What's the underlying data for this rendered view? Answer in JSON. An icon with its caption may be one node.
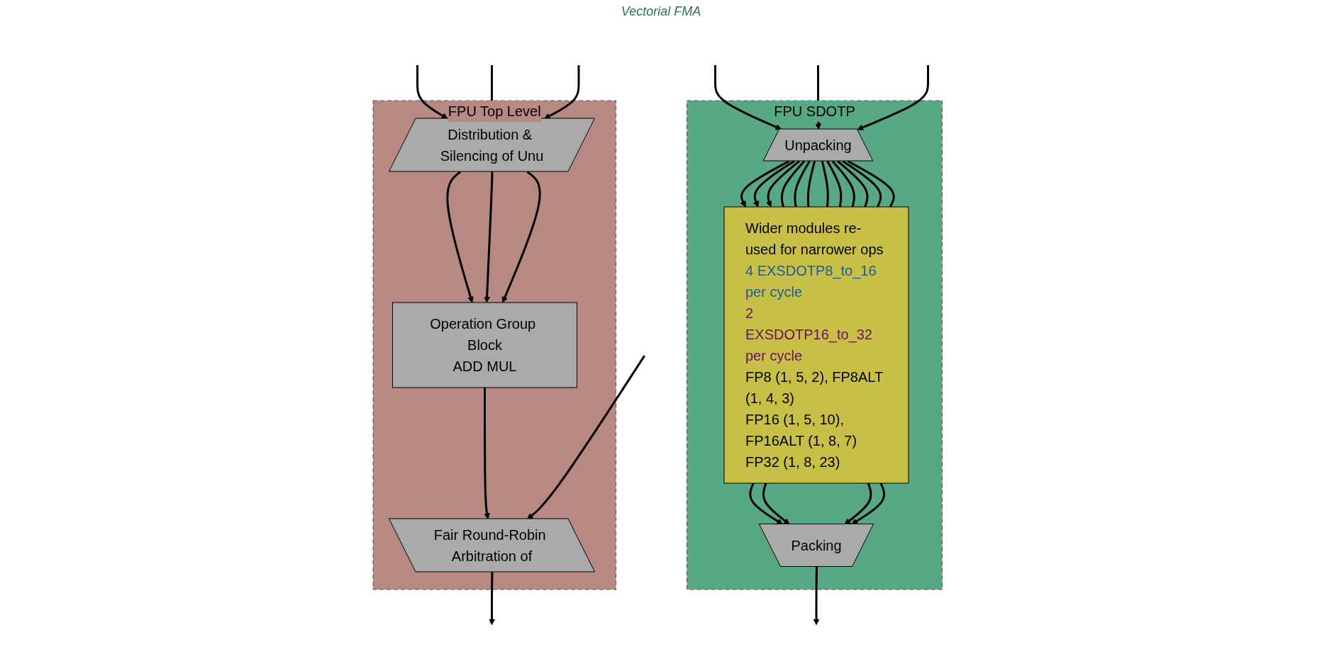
{
  "diagram": {
    "nodes": [
      {
        "text": [
          "FPU Top Level"
        ]
      },
      {
        "text": [
          "Distribution & Silencing of Unu"
        ],
        "in": 0
      },
      {
        "text": [
          "Operation Group Block",
          "ADD MUL"
        ],
        "in": 0
      },
      {
        "text": [
          "Fair Round-Robin Arbitration of"
        ],
        "in": 0
      },
      {
        "text": [
          "FPU SDOTP"
        ]
      },
      {
        "text": [
          "Unpacking"
        ],
        "in": 4
      },
      {
        "text": [
          "Wider modules re-used for narrower ops",
          "4 EXSDOTP8_to_16 per cycle",
          "2 EXSDOTP16_to_32 per cycle",
          "FP8 (1, 5, 2), FP8ALT (1, 4, 3)",
          "FP16 (1, 5, 10), FP16ALT (1, 8, 7)",
          "FP32 (1, 8, 23)"
        ],
        "in": 4
      },
      {
        "text": [
          "Packing"
        ],
        "in": 4
      }
    ],
    "edges": [
      {
        "from": null,
        "to": 1,
        "arrow": "to"
      },
      {
        "from": null,
        "to": 1,
        "arrow": "to"
      },
      {
        "from": null,
        "to": 1,
        "arrow": "to"
      },
      {
        "from": 1,
        "to": 2,
        "arrow": "to"
      },
      {
        "from": 1,
        "to": 2,
        "arrow": "to"
      },
      {
        "from": 1,
        "to": 2,
        "arrow": "to"
      },
      {
        "from": 2,
        "to": 3,
        "arrow": "to"
      },
      {
        "from": null,
        "to": 3,
        "arrow": "to"
      },
      {
        "from": 3,
        "to": null,
        "arrow": "to"
      },
      {
        "from": null,
        "to": 5,
        "arrow": "to"
      },
      {
        "from": null,
        "to": 5,
        "arrow": "to"
      },
      {
        "from": null,
        "to": 5,
        "arrow": "to"
      },
      {
        "from": 5,
        "to": 6,
        "arrow": "to"
      },
      {
        "from": 5,
        "to": 6,
        "arrow": "to"
      },
      {
        "from": 5,
        "to": 6,
        "arrow": "to"
      },
      {
        "from": 5,
        "to": 6,
        "arrow": "none"
      },
      {
        "from": 5,
        "to": 6,
        "arrow": "none"
      },
      {
        "from": 5,
        "to": 6,
        "arrow": "none"
      },
      {
        "from": 5,
        "to": 6,
        "arrow": "none"
      },
      {
        "from": 5,
        "to": 6,
        "arrow": "none"
      },
      {
        "from": 5,
        "to": 6,
        "arrow": "none"
      },
      {
        "from": 5,
        "to": 6,
        "arrow": "none"
      },
      {
        "from": 5,
        "to": 6,
        "arrow": "none"
      },
      {
        "from": 5,
        "to": 6,
        "arrow": "none"
      },
      {
        "from": 6,
        "to": 7,
        "arrow": "to"
      },
      {
        "from": 6,
        "to": 7,
        "arrow": "to"
      },
      {
        "from": 6,
        "to": 7,
        "arrow": "to"
      },
      {
        "from": 6,
        "to": 7,
        "arrow": "to"
      },
      {
        "from": 7,
        "to": null,
        "arrow": "to"
      }
    ],
    "labels": [
      "Vectorial FMA"
    ]
  }
}
